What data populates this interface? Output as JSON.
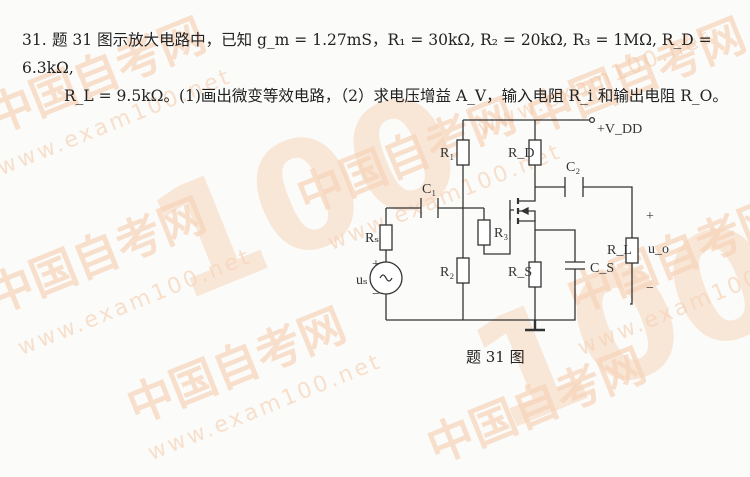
{
  "watermark": {
    "brand": "中国自考网",
    "site": "www.exam100.net",
    "number": "100"
  },
  "problem": {
    "number": "31.",
    "line1": "题 31 图示放大电路中，已知 g_m = 1.27mS，R₁ = 30kΩ, R₂ = 20kΩ, R₃ = 1MΩ, R_D = 6.3kΩ,",
    "line2": "R_L = 9.5kΩ。(1)画出微变等效电路，（2）求电压增益 A_V，输入电阻 R_i 和输出电阻 R_O。"
  },
  "circuit": {
    "labels": {
      "vdd": "+V_DD",
      "r1": "R₁",
      "rd": "R_D",
      "c1": "C₁",
      "c2": "C₂",
      "r3": "R₃",
      "rs_source": "Rₛ",
      "us": "uₛ",
      "plus_in": "+",
      "minus_in": "−",
      "r2": "R₂",
      "rs": "R_S",
      "cs": "C_S",
      "rl": "R_L",
      "plus_out": "+",
      "minus_out": "−",
      "uo": "u_o"
    }
  },
  "caption": "题 31 图"
}
